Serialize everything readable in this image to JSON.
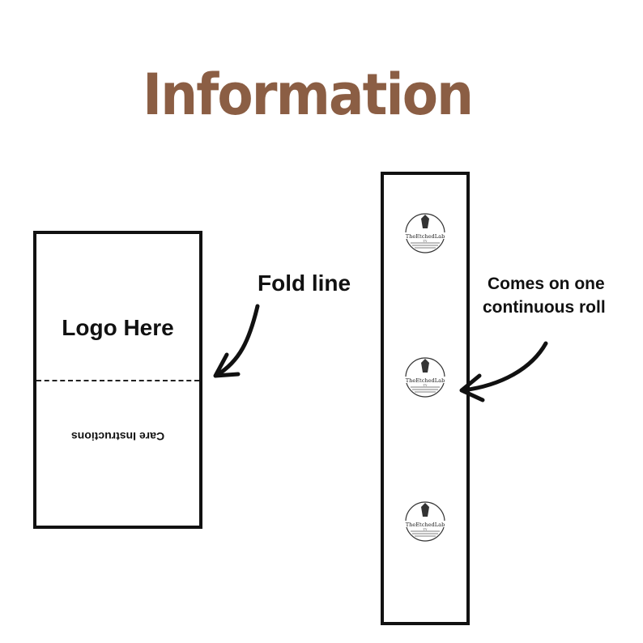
{
  "header": {
    "title": "Information"
  },
  "label_card": {
    "logo_text": "Logo Here",
    "care_text": "Care Instructions"
  },
  "fold": {
    "caption": "Fold line"
  },
  "roll": {
    "caption_line1": "Comes on one",
    "caption_line2": "continuous roll",
    "logo_brand": "TheEtchedLab",
    "logo_sub": "TY",
    "logo_count": 3
  },
  "colors": {
    "title": "#8b5e44",
    "ink": "#111111"
  }
}
